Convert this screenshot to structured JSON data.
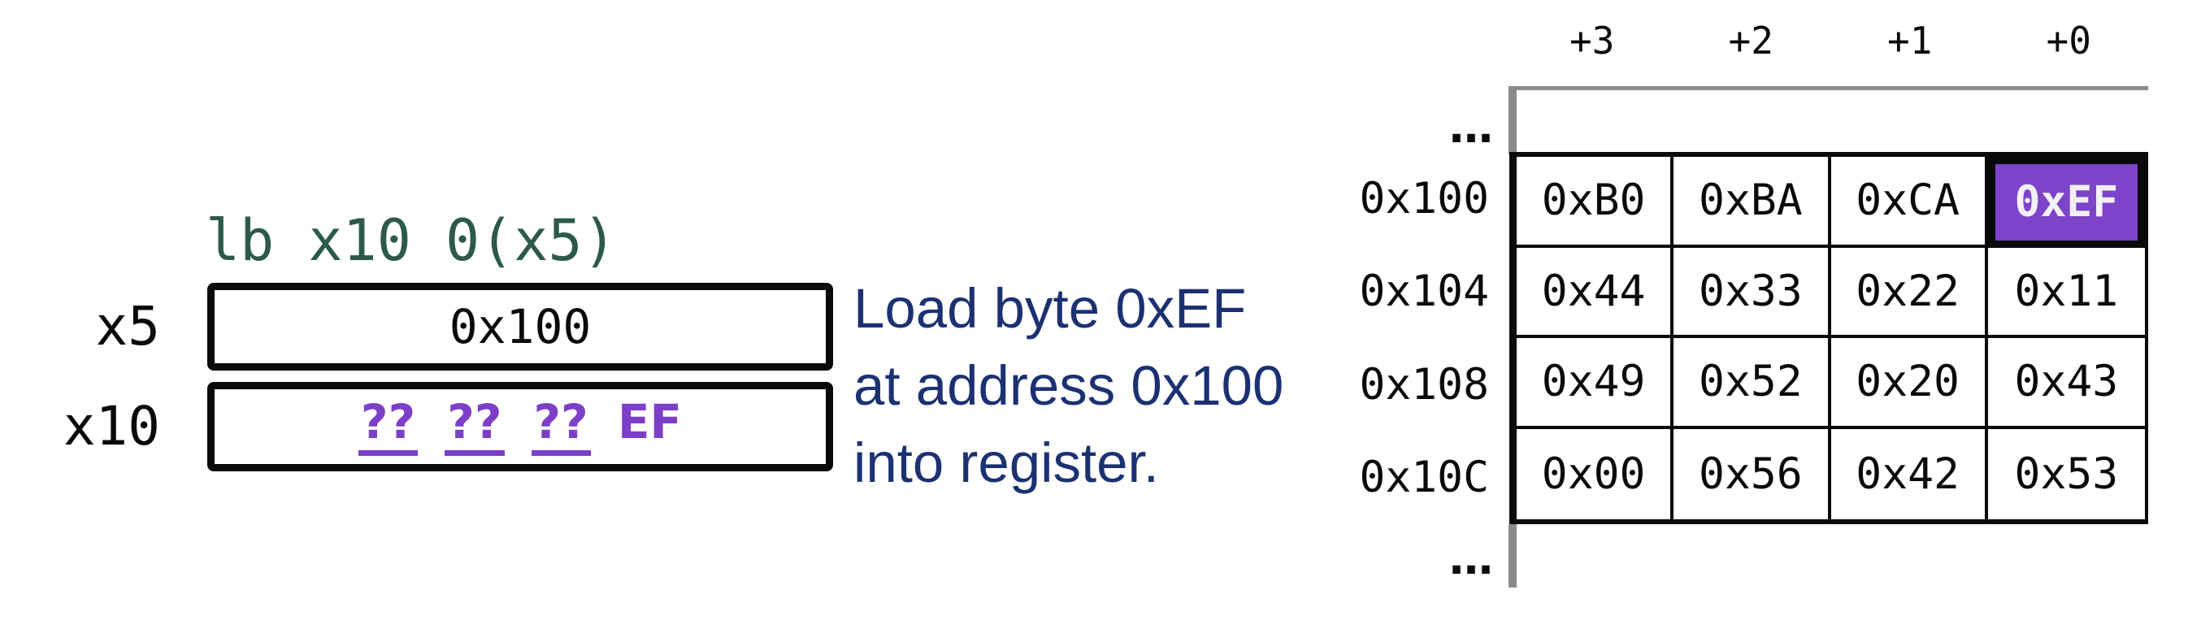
{
  "instruction": {
    "code": "lb x10 0(x5)"
  },
  "registers": {
    "x5": {
      "label": "x5",
      "value": "0x100"
    },
    "x10": {
      "label": "x10",
      "unknown1": "??",
      "unknown2": "??",
      "unknown3": "??",
      "loaded_byte": "EF"
    }
  },
  "caption": {
    "lines": [
      "Load byte 0xEF",
      "at address 0x100",
      "into register."
    ]
  },
  "memory_table": {
    "column_headers": [
      "+3",
      "+2",
      "+1",
      "+0"
    ],
    "ellipsis_top": "…",
    "ellipsis_bottom": "…",
    "rows": [
      {
        "address": "0x100",
        "bytes": [
          "0xB0",
          "0xBA",
          "0xCA",
          "0xEF"
        ],
        "highlighted_byte": "0xEF"
      },
      {
        "address": "0x104",
        "bytes": [
          "0x44",
          "0x33",
          "0x22",
          "0x11"
        ]
      },
      {
        "address": "0x108",
        "bytes": [
          "0x49",
          "0x52",
          "0x20",
          "0x43"
        ]
      },
      {
        "address": "0x10C",
        "bytes": [
          "0x00",
          "0x56",
          "0x42",
          "0x53"
        ]
      }
    ]
  },
  "colors": {
    "code_green": "#2d5a48",
    "caption_navy": "#1c3172",
    "accent_purple": "#7d3fc7",
    "highlight_bg": "#7d43c8",
    "highlight_text": "#f2eff5",
    "gray_line": "#8a8a8a",
    "ink": "#0a0a0a"
  }
}
